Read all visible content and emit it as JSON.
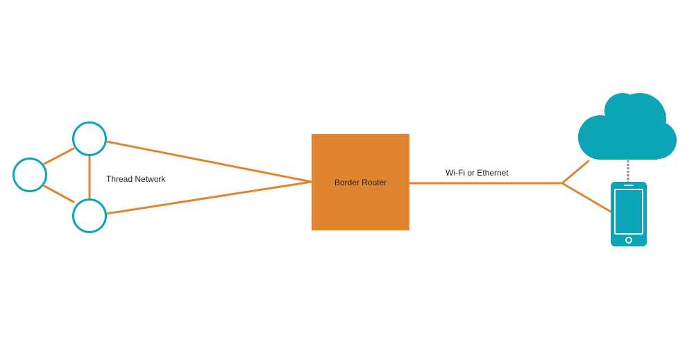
{
  "colors": {
    "link": "#E08430",
    "node": "#0FA3B6",
    "router": "#E08430",
    "cloud": "#0BA5B7",
    "phone": "#0BA5B7",
    "background": "#FFFFFF"
  },
  "labels": {
    "thread_network": "Thread Network",
    "border_router": "Border Router",
    "wifi_ethernet": "Wi-Fi or Ethernet"
  },
  "nodes": [
    {
      "name": "thread-node-left"
    },
    {
      "name": "thread-node-top"
    },
    {
      "name": "thread-node-bottom"
    }
  ],
  "icons": {
    "cloud": "cloud-icon",
    "phone": "smartphone-icon"
  }
}
